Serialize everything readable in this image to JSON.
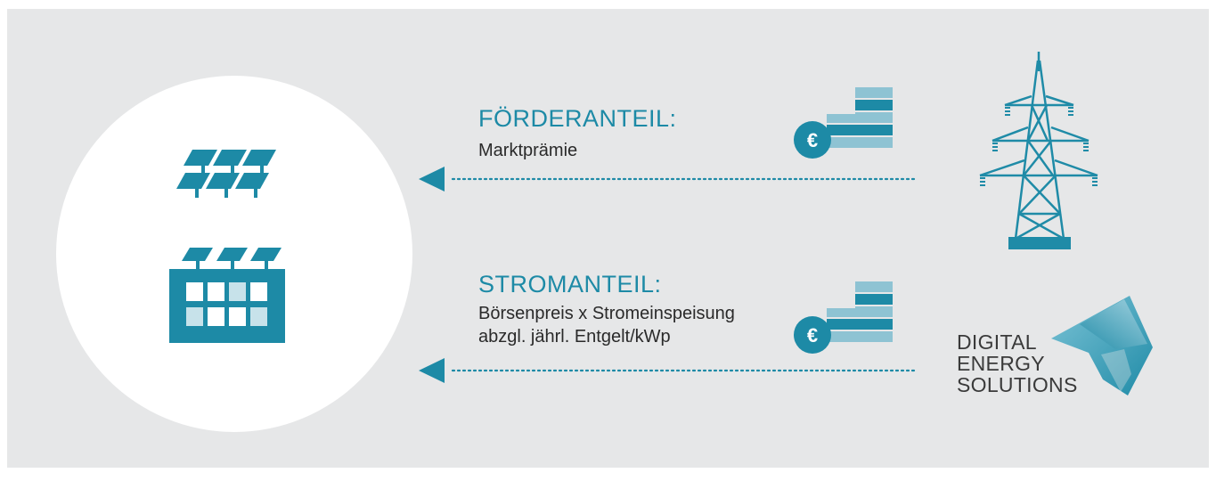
{
  "rows": [
    {
      "heading": "FÖRDERANTEIL:",
      "lines": [
        "Marktprämie"
      ]
    },
    {
      "heading": "STROMANTEIL:",
      "lines": [
        "Börsenpreis x Stromeinspeisung",
        "abzgl. jährl. Entgelt/kWp"
      ]
    }
  ],
  "coin_symbol": "€",
  "logo": {
    "lines": [
      "DIGITAL",
      "ENERGY",
      "SOLUTIONS"
    ]
  },
  "colors": {
    "background": "#e6e7e8",
    "circle": "#ffffff",
    "accent": "#1d8aa6",
    "accent_light": "#8ec3d3",
    "tower": "#1f8ba7",
    "text": "#2a2a2a"
  },
  "icons": [
    "solar-panels-icon",
    "solar-building-icon",
    "coin-stack-icon",
    "power-tower-icon",
    "dotted-arrow-icon",
    "des-logo-mark-icon"
  ]
}
